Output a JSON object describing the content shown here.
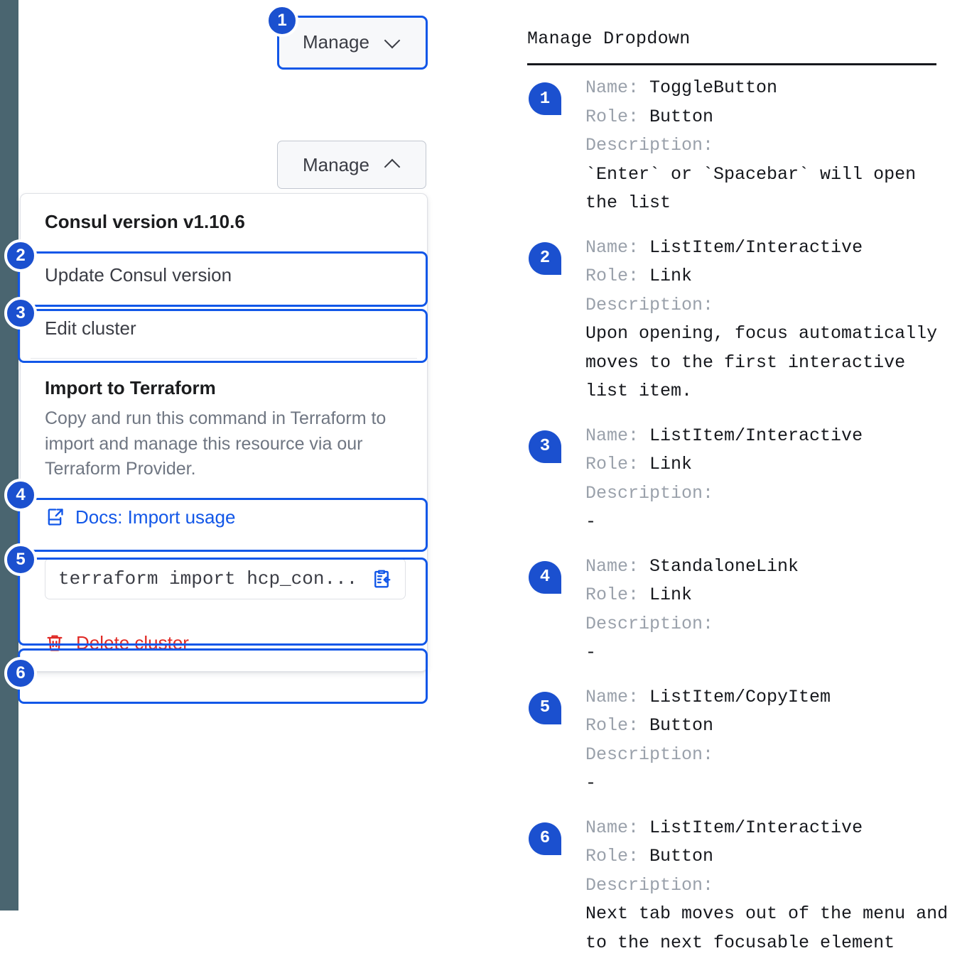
{
  "rail": {
    "color": "#4a6570"
  },
  "accent": {
    "blue": "#1257e8",
    "badge_blue": "#1b50cf",
    "red": "#e02b27"
  },
  "demo": {
    "manage_closed": {
      "label": "Manage",
      "icon": "chevron-down-icon"
    },
    "manage_open": {
      "label": "Manage",
      "icon": "chevron-up-icon"
    },
    "dropdown": {
      "header": "Consul version v1.10.6",
      "items": [
        {
          "label": "Update Consul version"
        },
        {
          "label": "Edit cluster"
        }
      ],
      "section": {
        "title": "Import to Terraform",
        "body": "Copy and run this command in Terraform to import and manage this resource via our Terraform Provider.",
        "link": {
          "label": "Docs: Import usage",
          "icon": "docs-external-icon"
        },
        "command": "terraform import hcp_con...",
        "copy_icon": "clipboard-copy-icon"
      },
      "delete": {
        "label": "Delete cluster",
        "icon": "trash-icon"
      }
    },
    "badges": [
      "1",
      "2",
      "3",
      "4",
      "5",
      "6"
    ]
  },
  "legend": {
    "title": "Manage Dropdown",
    "labels": {
      "name": "Name:",
      "role": "Role:",
      "description": "Description:"
    },
    "items": [
      {
        "badge": "1",
        "name": "ToggleButton",
        "role": "Button",
        "description": "`Enter` or `Spacebar` will open\nthe list"
      },
      {
        "badge": "2",
        "name": "ListItem/Interactive",
        "role": "Link",
        "description": "Upon opening, focus automatically\nmoves to the first interactive\nlist item."
      },
      {
        "badge": "3",
        "name": "ListItem/Interactive",
        "role": "Link",
        "description": "-"
      },
      {
        "badge": "4",
        "name": "StandaloneLink",
        "role": "Link",
        "description": "-"
      },
      {
        "badge": "5",
        "name": "ListItem/CopyItem",
        "role": "Button",
        "description": "-"
      },
      {
        "badge": "6",
        "name": "ListItem/Interactive",
        "role": "Button",
        "description": "Next tab moves out of the menu and\nto the next focusable element"
      }
    ]
  }
}
